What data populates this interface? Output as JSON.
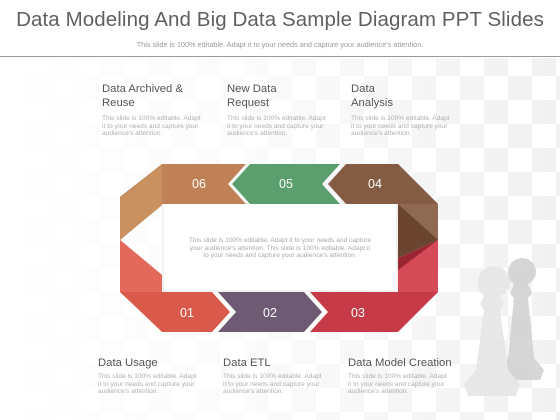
{
  "header": {
    "title": "Data Modeling And Big Data Sample Diagram PPT Slides",
    "subtitle": "This slide is 100% editable. Adapt it to your needs and capture your audience's attention."
  },
  "steps": [
    {
      "number": "01",
      "label": "Data Usage",
      "desc": "This slide is 100% editable. Adapt\nit to your needs and capture your\naudience's attention.",
      "color": "#d9594a"
    },
    {
      "number": "02",
      "label": "Data ETL",
      "desc": "This slide is 100% editable. Adapt\nit to your needs and capture your\naudience's attention.",
      "color": "#6e5a73"
    },
    {
      "number": "03",
      "label": "Data Model Creation",
      "desc": "This slide is 100% editable. Adapt\nit to your needs and capture your\naudience's attention.",
      "color": "#c63a47"
    },
    {
      "number": "04",
      "label": "Data\nAnalysis",
      "desc": "This slide is 100% editable. Adapt\nit to your needs and capture your\naudience's attention.",
      "color": "#845c44"
    },
    {
      "number": "05",
      "label": "New Data\nRequest",
      "desc": "This slide is 100% editable. Adapt\nit to your needs and capture your\naudience's attention.",
      "color": "#5c9f6f"
    },
    {
      "number": "06",
      "label": "Data Archived &\nReuse",
      "desc": "This slide is 100% editable. Adapt\nit to your needs and capture your\naudience's attention.",
      "color": "#bf8155"
    }
  ],
  "center": {
    "text": "This slide is 100% editable. Adapt it to your needs and capture\nyour audience's attention. This slide is 100% editable. Adapt it\nto your needs and capture your audience's attention."
  }
}
